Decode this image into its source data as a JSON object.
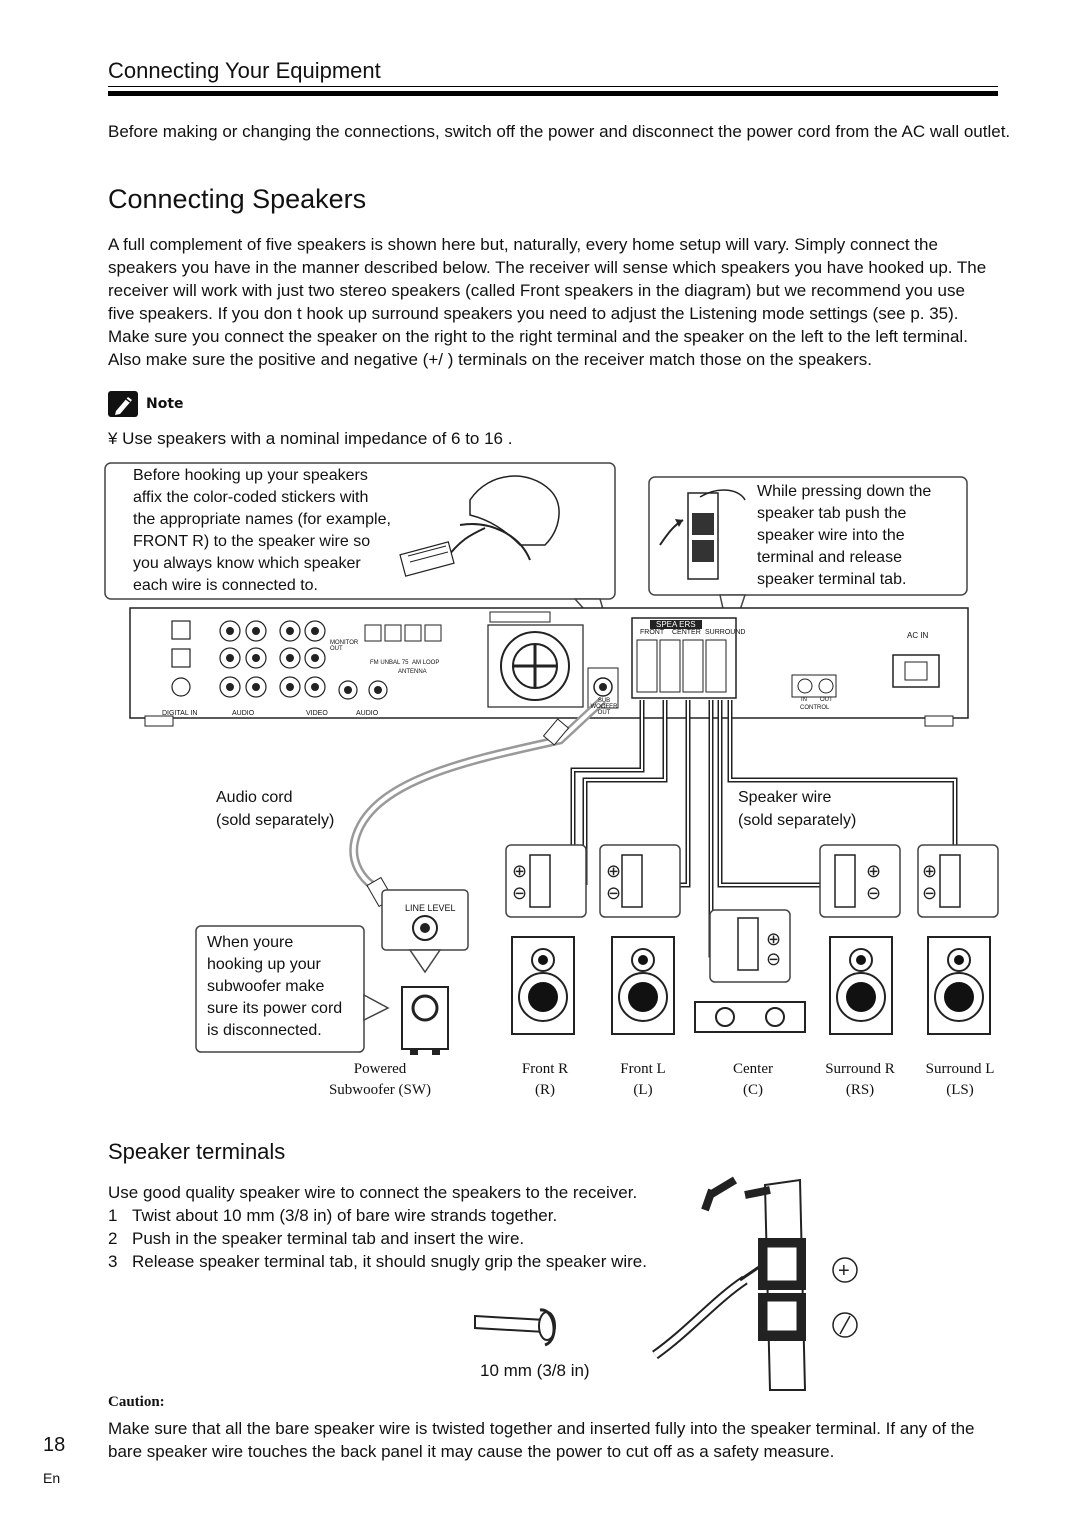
{
  "section_title": "Connecting Your Equipment",
  "intro": "Before making or changing the connections, switch off the power and disconnect the power cord from the AC wall outlet.",
  "heading": "Connecting Speakers",
  "body_lines": [
    "A full complement of five speakers is shown here but, naturally, every home setup will vary. Simply connect the",
    "speakers you have in the manner described below. The receiver will  sense which speakers you have hooked up. The",
    "receiver will work with just two stereo speakers (called  Front  speakers in the diagram) but we recommend you use",
    "five speakers. If you don t hook up surround speakers  you need to adjust the Listening mode settings (see p. 35).",
    "Make sure you connect the speaker on the right to the right terminal and the speaker on the left to the left terminal.",
    "Also make sure the positive and negative (+/ ) terminals on the receiver match those on the speakers."
  ],
  "note": {
    "label": "Note",
    "item": "¥  Use speakers with a nominal impedance of 6 to 16   ."
  },
  "callouts": {
    "stickers": [
      "Before hooking up your speakers",
      "affix the color-coded stickers with",
      "the appropriate names (for example,",
      "FRONT R) to the speaker wire so",
      "you always know which speaker",
      "each wire is connected to."
    ],
    "tab": [
      "While pressing down the",
      "speaker tab push the",
      "speaker wire into the",
      "terminal and release",
      "speaker terminal tab."
    ],
    "subwoofer": [
      "When youre",
      "hooking up your",
      "subwoofer make",
      "sure its power cord",
      "is disconnected."
    ]
  },
  "labels": {
    "audio_cord": [
      "Audio cord",
      "(sold separately)"
    ],
    "speaker_wire": [
      "Speaker wire",
      "(sold separately)"
    ],
    "line_level": "LINE LEVEL"
  },
  "panel_labels": {
    "speakers": "SPEA  ERS",
    "front": "FRONT",
    "center": "CENTER",
    "surround": "SURROUND",
    "ac_in": "AC IN",
    "digital_in": "DIGITAL IN",
    "audio": "AUDIO",
    "video": "VIDEO",
    "audio2": "AUDIO",
    "monitor_out": "MONITOR OUT",
    "fm": "FM UNBAL 75",
    "am": "AM LOOP",
    "antenna": "ANTENNA",
    "subwoofer_out": "SUB WOOFER OUT",
    "control": "CONTROL",
    "in": "IN",
    "out": "OUT"
  },
  "speakers": [
    {
      "name": "Powered",
      "code": "Subwoofer (SW)"
    },
    {
      "name": "Front R",
      "code": "(R)"
    },
    {
      "name": "Front L",
      "code": "(L)"
    },
    {
      "name": "Center",
      "code": "(C)"
    },
    {
      "name": "Surround R",
      "code": "(RS)"
    },
    {
      "name": "Surround L",
      "code": "(LS)"
    }
  ],
  "subheading": "Speaker terminals",
  "terminal_intro": "Use good quality speaker wire to connect the speakers to the receiver.",
  "steps": [
    {
      "num": "1",
      "text": "Twist about 10 mm (3/8 in) of bare wire strands together."
    },
    {
      "num": "2",
      "text": "Push in the speaker terminal tab and insert the wire."
    },
    {
      "num": "3",
      "text": "Release speaker terminal tab, it should snugly grip the speaker wire."
    }
  ],
  "wire_length": "10 mm (3/8 in)",
  "caution": {
    "label": "Caution:",
    "lines": [
      "Make sure that all the bare speaker wire is twisted together and inserted fully into the speaker terminal. If any of the",
      "bare speaker wire touches the back panel it may cause the power to cut off as a safety measure."
    ]
  },
  "page_number": "18",
  "language": "En"
}
